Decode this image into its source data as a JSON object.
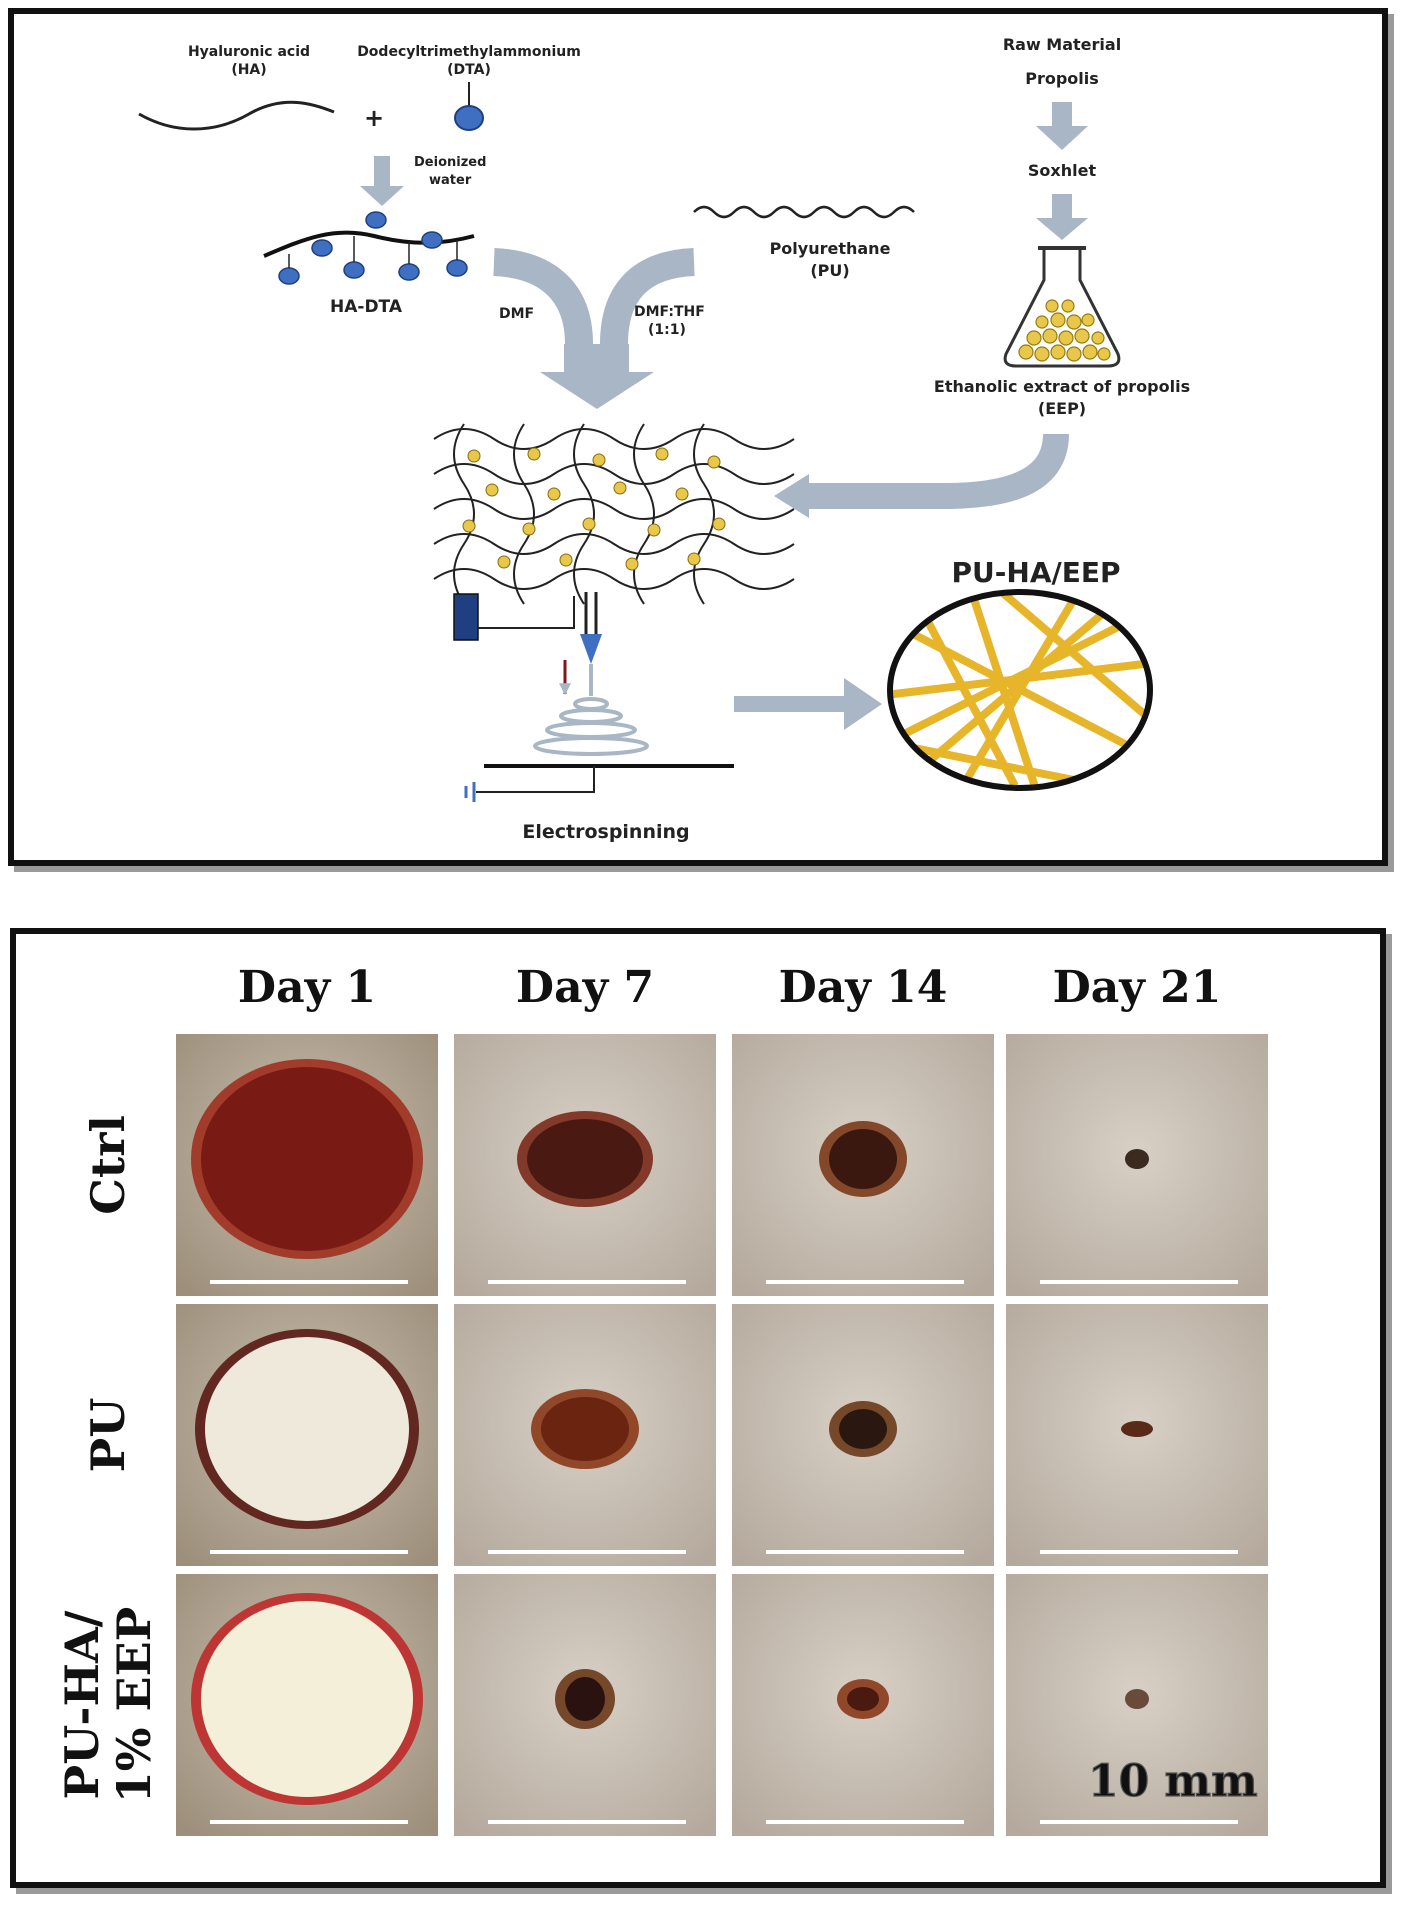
{
  "scheme": {
    "ha": [
      "Hyaluronic acid",
      "(HA)"
    ],
    "dta": [
      "Dodecyltrimethylammonium",
      "(DTA)"
    ],
    "plus": "+",
    "deionized": [
      "Deionized",
      "water"
    ],
    "ha_dta": "HA-DTA",
    "dmf": "DMF",
    "dmf_thf": [
      "DMF:THF",
      "(1:1)"
    ],
    "pu": [
      "Polyurethane",
      "(PU)"
    ],
    "raw_material": "Raw Material",
    "propolis": "Propolis",
    "soxhlet": "Soxhlet",
    "eep": [
      "Ethanolic extract of propolis",
      "(EEP)"
    ],
    "product": "PU-HA/EEP",
    "electrospinning": "Electrospinning",
    "colors": {
      "arrow": "#a9b6c6",
      "fiber": "#e6b52a",
      "bead": "#3f6fc0",
      "particle": "#e8c84a"
    }
  },
  "wound_grid": {
    "days": [
      "Day 1",
      "Day 7",
      "Day 14",
      "Day 21"
    ],
    "rows": [
      {
        "label": [
          "Ctrl"
        ]
      },
      {
        "label": [
          "PU"
        ]
      },
      {
        "label": [
          "PU-HA/",
          "1% EEP"
        ]
      }
    ],
    "scale_bar": "10 mm"
  }
}
